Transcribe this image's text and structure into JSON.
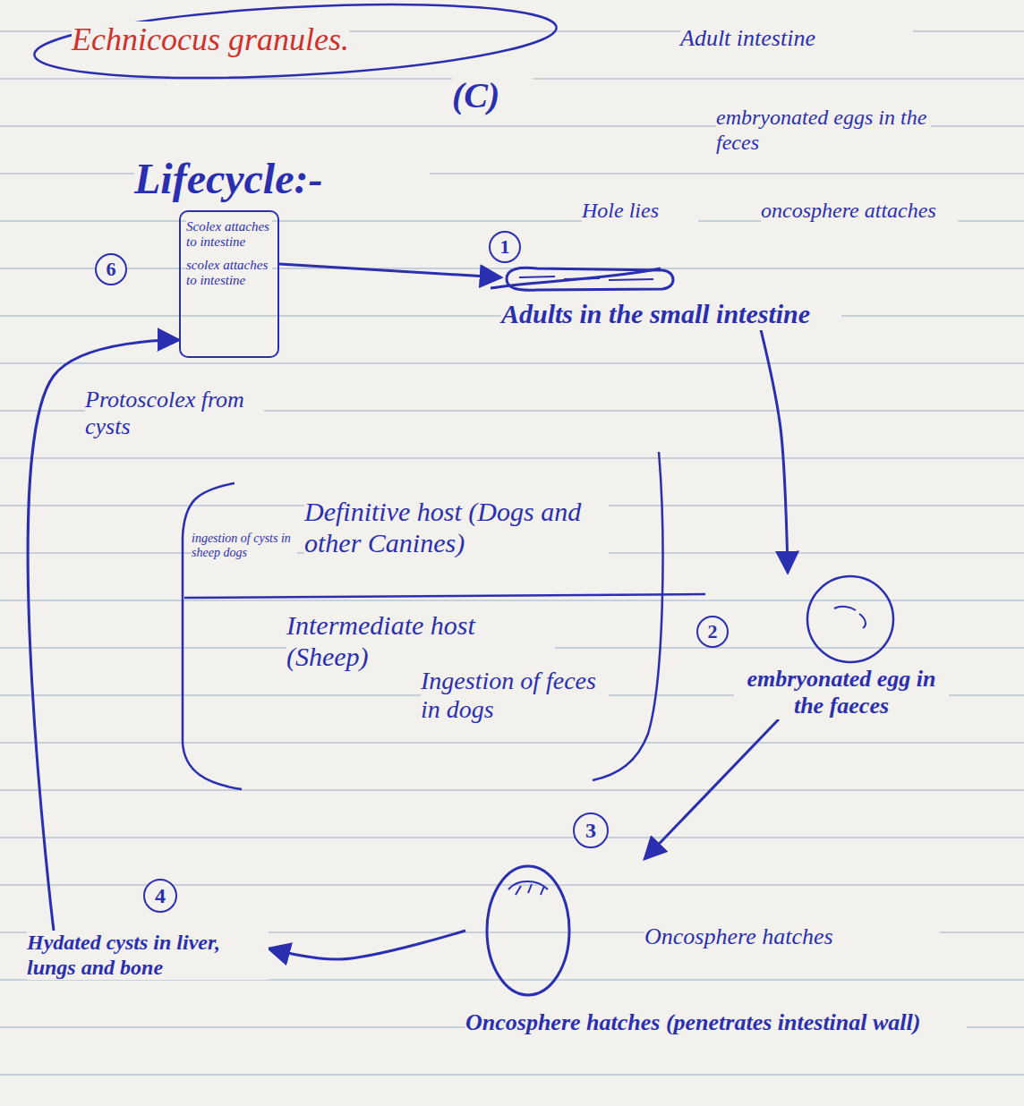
{
  "diagram": {
    "title": "Echnicocus granules.",
    "nodes": [
      {
        "text": [
          "Scolex attaches to intestine",
          "scolex attaches to intestine"
        ]
      },
      {
        "text": [
          "Adults in the small intestine"
        ]
      },
      {
        "text": [
          "embryonated egg in the faeces"
        ]
      },
      {
        "text": [
          "Oncosphere hatches",
          "Oncosphere hatches (penetrates intestinal wall)"
        ]
      },
      {
        "text": [
          "Hydated cysts in liver, lungs and bone"
        ]
      }
    ],
    "edges": [
      {
        "from": 0,
        "to": 1,
        "arrow": "to"
      },
      {
        "from": 1,
        "to": 2,
        "arrow": "to"
      },
      {
        "from": 2,
        "to": 3,
        "arrow": "to"
      },
      {
        "from": 3,
        "to": 4,
        "arrow": "to"
      },
      {
        "from": 4,
        "to": 0,
        "arrow": "to"
      }
    ],
    "labels": [
      "(C)",
      "Adult intestine",
      "embryonated eggs in the feces",
      "oncosphere attaches",
      "Lifecycle:-",
      "6",
      "1",
      "Hole lies",
      "Protoscolex from cysts",
      "Definitive host (Dogs and other Canines)",
      "ingestion of cysts in sheep dogs",
      "Intermediate host (Sheep)",
      "Ingestion of feces in dogs",
      "2",
      "3",
      "4"
    ]
  }
}
